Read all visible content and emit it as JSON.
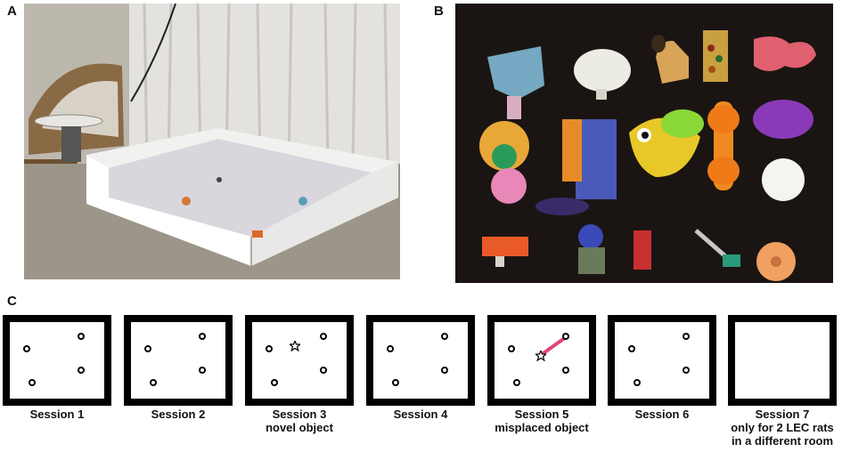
{
  "panels": {
    "a": {
      "label": "A"
    },
    "b": {
      "label": "B"
    },
    "c": {
      "label": "C"
    }
  },
  "sessions": [
    {
      "line1": "Session 1",
      "line2": "",
      "line3": ""
    },
    {
      "line1": "Session 2",
      "line2": "",
      "line3": ""
    },
    {
      "line1": "Session 3",
      "line2": "novel object",
      "line3": ""
    },
    {
      "line1": "Session 4",
      "line2": "",
      "line3": ""
    },
    {
      "line1": "Session 5",
      "line2": "misplaced object",
      "line3": ""
    },
    {
      "line1": "Session 6",
      "line2": "",
      "line3": ""
    },
    {
      "line1": "Session 7",
      "line2": "only for 2 LEC rats",
      "line3": "in a different room"
    }
  ],
  "colors": {
    "misplaced_path": "#e0457b",
    "photo_b_background": "#1a1512"
  }
}
